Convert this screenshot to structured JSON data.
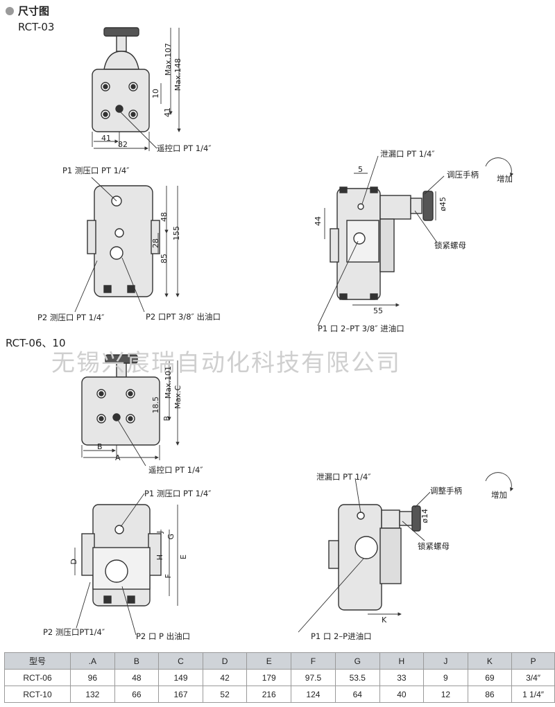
{
  "header": {
    "title": "尺寸图",
    "model_03": "RCT-03",
    "model_06_10": "RCT-06、10"
  },
  "watermark": "无锡兴宸瑞自动化科技有限公司",
  "rct03": {
    "top": {
      "d41": "41",
      "d82": "82",
      "remote": "遥控口 PT 1/4″",
      "d10": "10",
      "d41v": "41",
      "max107": "Max.107",
      "max148": "Max.148"
    },
    "front": {
      "p1": "P1 测压口 PT 1/4″",
      "p2": "P2 测压口 PT 1/4″",
      "p2port": "P2 口PT 3/8″   出油口",
      "d48": "48",
      "d28": "28",
      "d85": "85",
      "d155": "155"
    },
    "side": {
      "drain": "泄漏口 PT 1/4″",
      "handle": "调压手柄",
      "increase": "增加",
      "lock": "锁紧螺母",
      "d5": "5",
      "d44": "44",
      "d45": "ø45",
      "d55": "55",
      "p1port": "P1 口 2–PT 3/8″   进油口"
    }
  },
  "rct0610": {
    "top": {
      "A": "A",
      "B": "B",
      "Bv": "B",
      "d185": "18.5",
      "max101": "Max.101",
      "maxC": "Max.C",
      "remote": "遥控口 PT 1/4″"
    },
    "front": {
      "p1": "P1 测压口 PT 1/4″",
      "p2": "P2 测压口PT1/4″",
      "p2port": "P2 口 P 出油口",
      "D": "D",
      "E": "E",
      "F": "F",
      "G": "G",
      "H": "H",
      "J": "J"
    },
    "side": {
      "drain": "泄漏口 PT 1/4″",
      "handle": "调整手柄",
      "increase": "增加",
      "lock": "锁紧螺母",
      "d14": "ø14",
      "K": "K",
      "p1port": "P1  口 2–P进油口"
    }
  },
  "table": {
    "headers": [
      "型号",
      ".A",
      "B",
      "C",
      "D",
      "E",
      "F",
      "G",
      "H",
      "J",
      "K",
      "P"
    ],
    "rows": [
      [
        "RCT-06",
        "96",
        "48",
        "149",
        "42",
        "179",
        "97.5",
        "53.5",
        "33",
        "9",
        "69",
        "3/4″"
      ],
      [
        "RCT-10",
        "132",
        "66",
        "167",
        "52",
        "216",
        "124",
        "64",
        "40",
        "12",
        "86",
        "1 1/4″"
      ]
    ]
  },
  "colors": {
    "body": "#e6e6e6",
    "outline": "#333333",
    "header_bg": "#cfd3d8"
  }
}
